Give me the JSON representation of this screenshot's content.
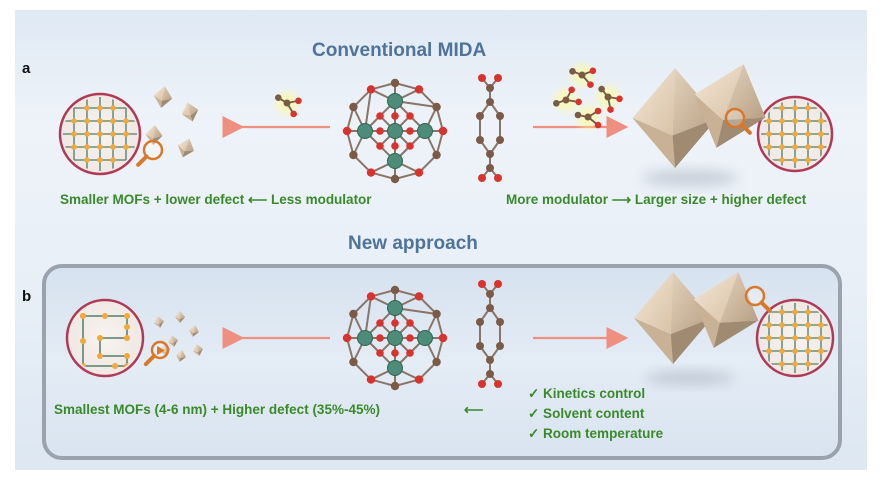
{
  "panel_a": {
    "label": "a",
    "title": "Conventional MIDA",
    "left_caption": "Smaller MOFs + lower defect ⟵ Less modulator",
    "right_caption": "More modulator ⟶ Larger size + higher defect"
  },
  "panel_b": {
    "label": "b",
    "title": "New approach",
    "left_caption": "Smallest MOFs (4-6 nm) + Higher defect (35%-45%)",
    "arrow_glyph": "⟵",
    "checklist": [
      "✓ Kinetics control",
      "✓ Solvent content",
      "✓ Room temperature"
    ]
  },
  "colors": {
    "title": "#4f7399",
    "caption_green": "#3a8a2a",
    "arrow_salmon": "#ef8f80",
    "lens_ring": "#b03a55",
    "zr_node": "#4d8c78",
    "oxygen": "#d8332c",
    "carbon": "#7b5a48",
    "lattice_node": "#f2a93a",
    "magnifier": "#d9782a"
  }
}
